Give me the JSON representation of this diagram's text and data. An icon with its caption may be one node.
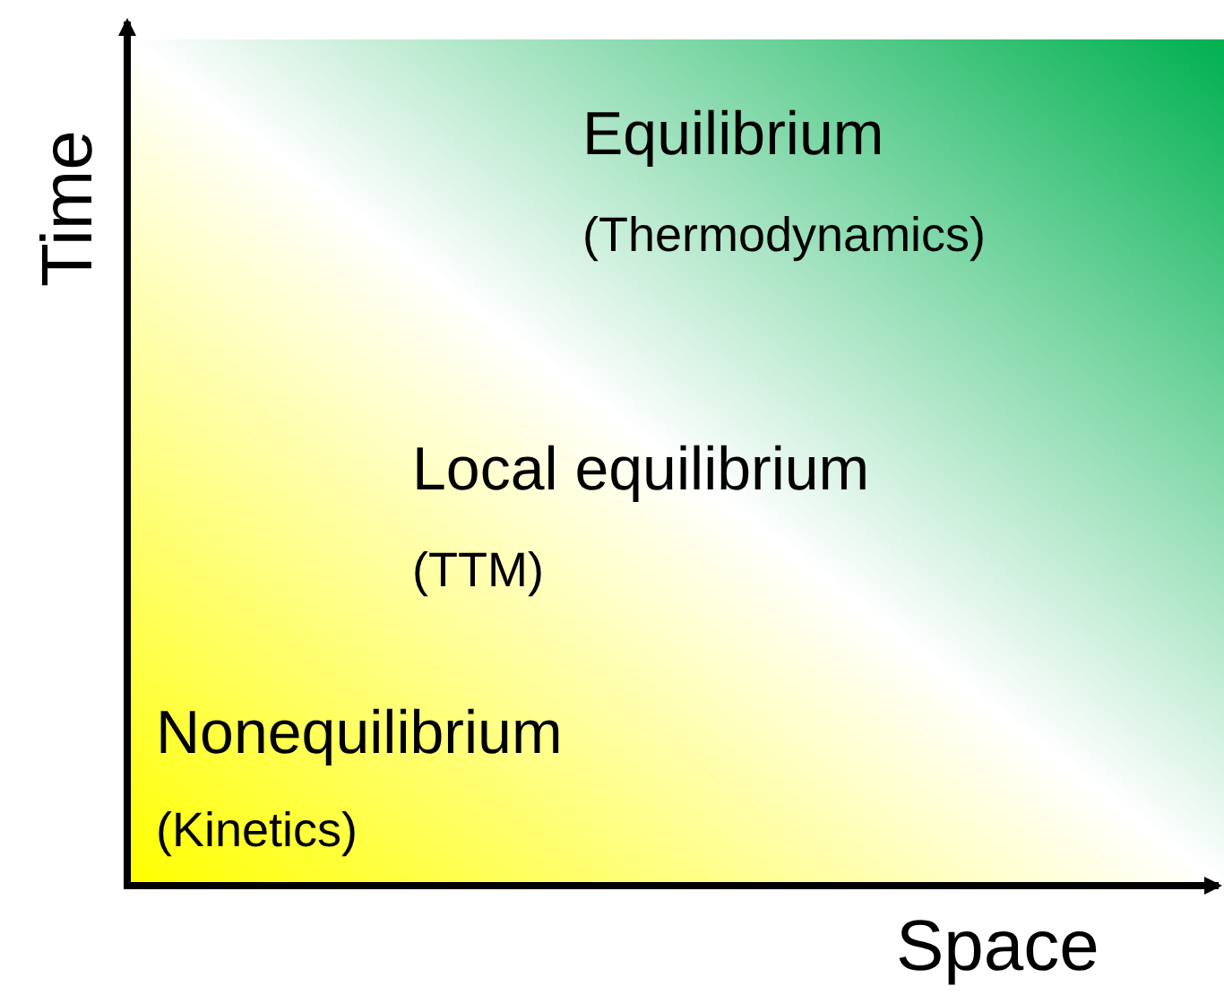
{
  "diagram": {
    "labels": [
      "Time",
      "Equilibrium",
      "(Thermodynamics)",
      "Local equilibrium",
      "(TTM)",
      "Nonequilibrium",
      "(Kinetics)",
      "Space"
    ]
  }
}
